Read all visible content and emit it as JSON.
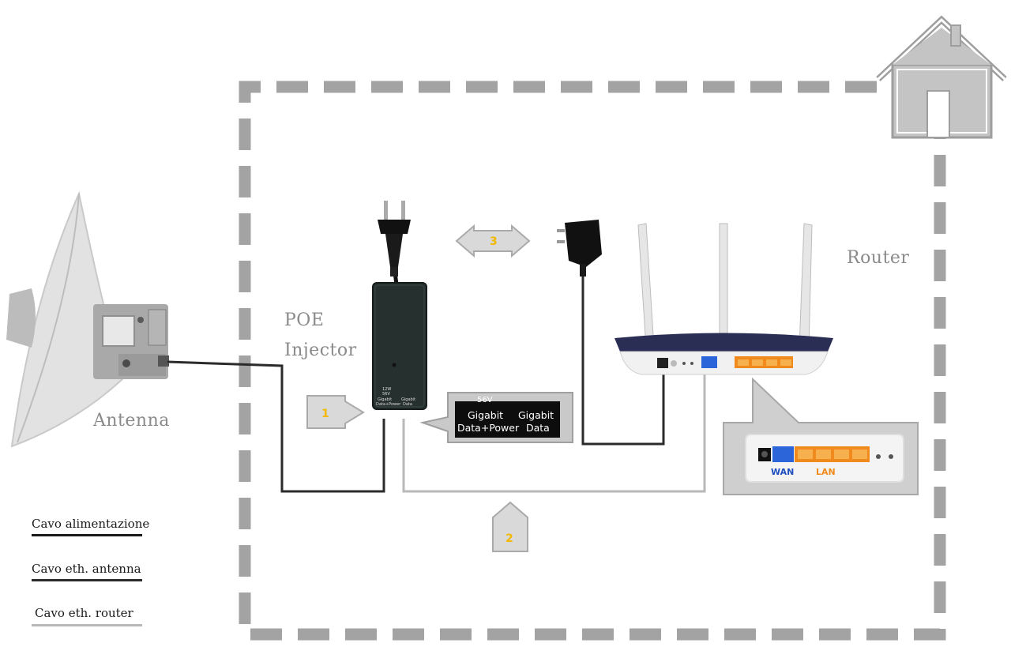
{
  "labels": {
    "antenna": "Antenna",
    "poe_line1": "POE",
    "poe_line2": "Injector",
    "router": "Router"
  },
  "callout": {
    "top_line": "56V",
    "left_line1": "Gigabit",
    "left_line2": "Data+Power",
    "right_line1": "Gigabit",
    "right_line2": "Data"
  },
  "injector_text": {
    "line1": "12W",
    "line2": "56V",
    "port_left": "Gigabit",
    "port_left2": "Data+Power",
    "port_right": "Gigabit",
    "port_right2": "Data"
  },
  "steps": {
    "one": "1",
    "two": "2",
    "three": "3"
  },
  "ports": {
    "wan": "WAN",
    "lan": "LAN"
  },
  "legend": {
    "power_cable": "Cavo alimentazione",
    "antenna_eth": "Cavo eth. antenna",
    "router_eth": "Cavo eth. router"
  },
  "colors": {
    "dash_border": "#a3a3a3",
    "cable_dark": "#2b2b2b",
    "cable_light": "#b8b8b8",
    "number_yellow": "#f2b800",
    "wan_blue": "#1f4fbf",
    "lan_orange": "#f08a1c"
  }
}
